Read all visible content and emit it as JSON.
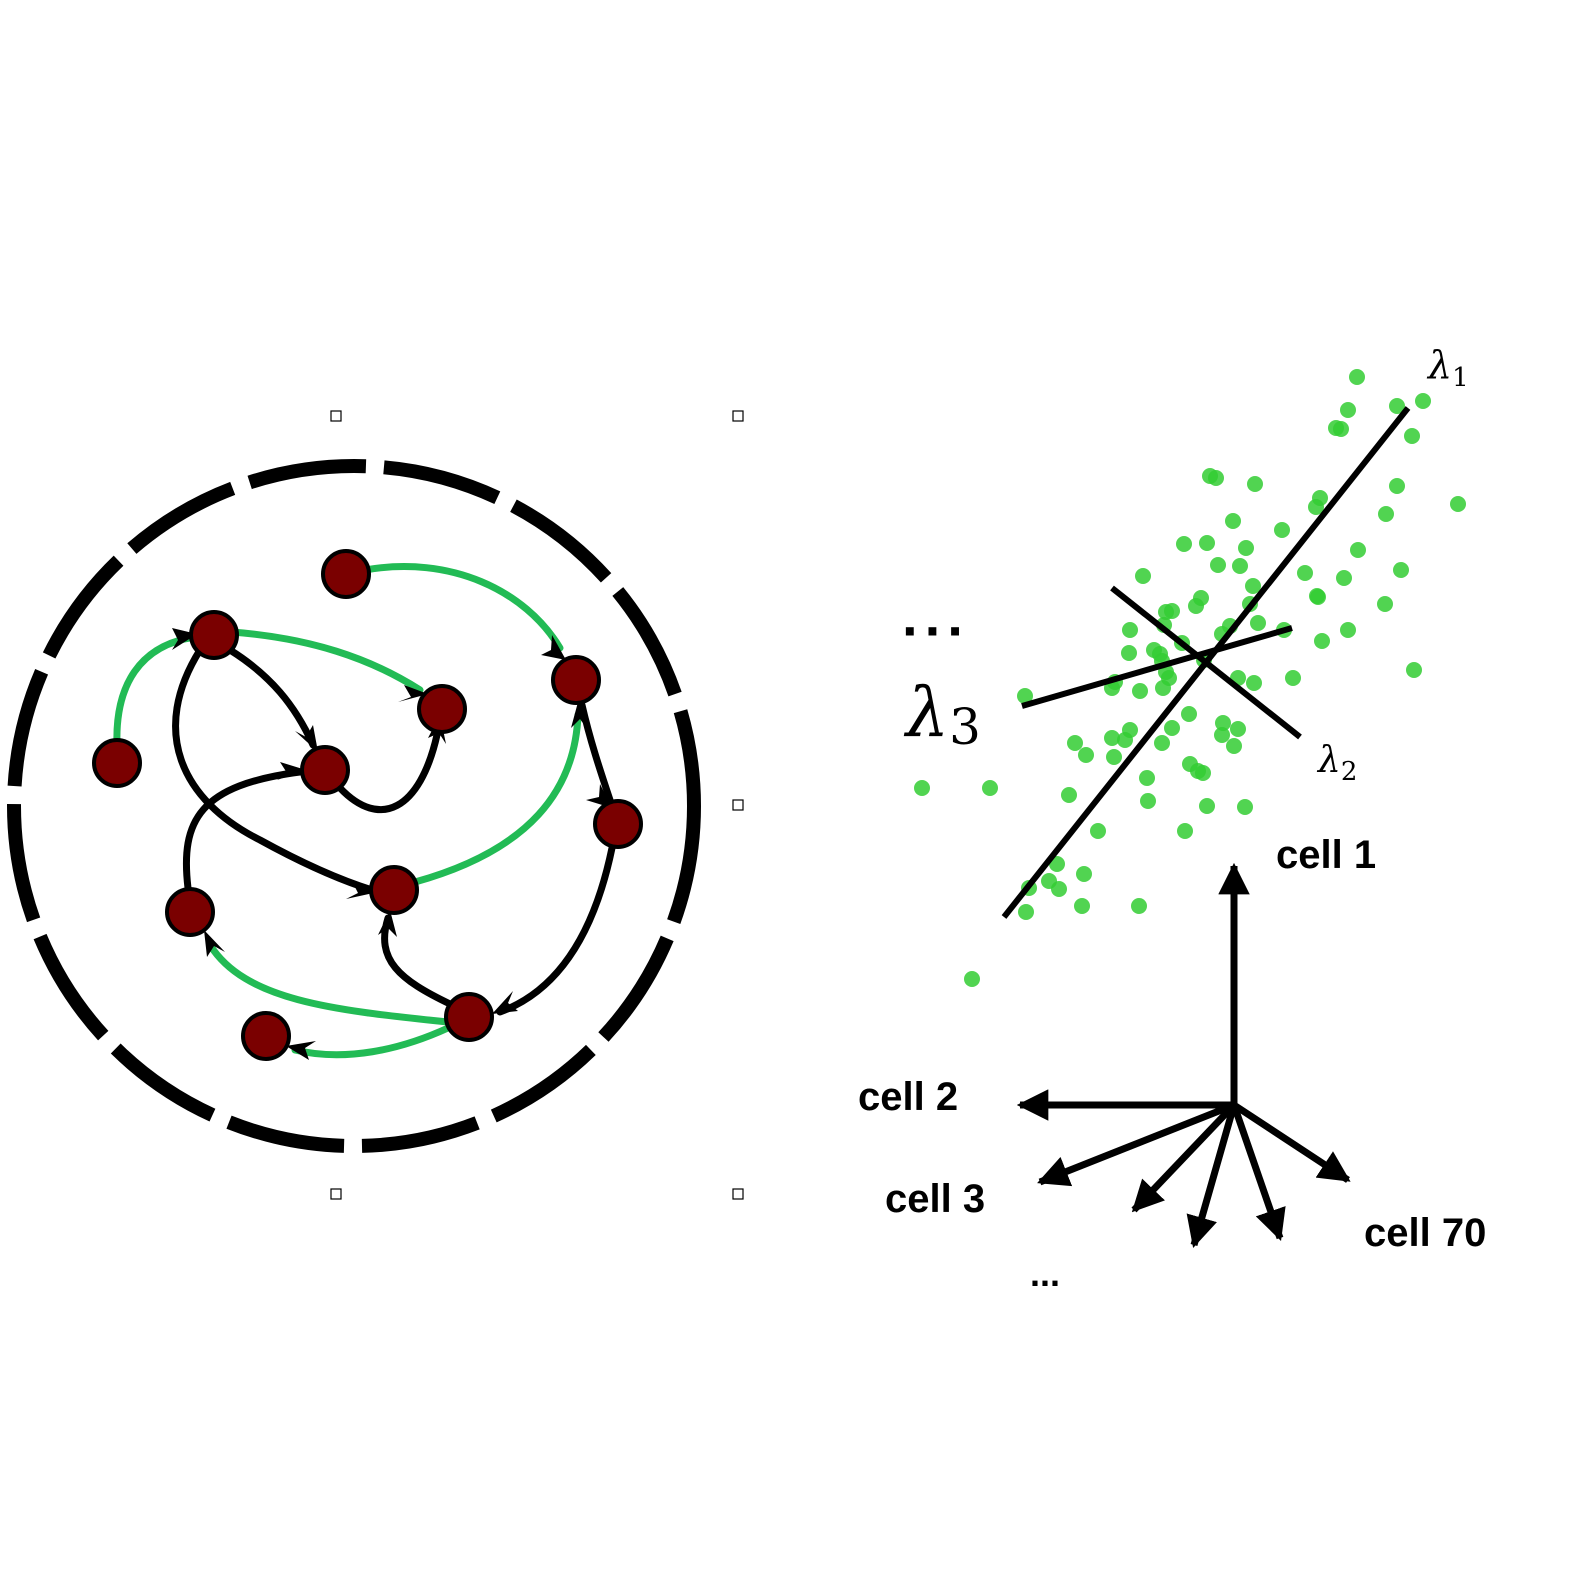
{
  "colors": {
    "node_fill": "#7a0000",
    "green_link": "#22bb55",
    "scatter_point": "#33cc33",
    "ink": "#000000"
  },
  "network": {
    "nodes": [
      "n1",
      "n2",
      "n3",
      "n4",
      "n5",
      "n6",
      "n7",
      "n8",
      "n9",
      "n10",
      "n11"
    ]
  },
  "pca": {
    "lambda1": {
      "symbol": "λ",
      "sub": "1"
    },
    "lambda2": {
      "symbol": "λ",
      "sub": "2"
    },
    "lambda3": {
      "symbol": "λ",
      "sub": "3"
    },
    "ellipsis_top": "···"
  },
  "axes": {
    "cell1": "cell 1",
    "cell2": "cell 2",
    "cell3": "cell 3",
    "cell70": "cell 70",
    "ellipsis": "..."
  }
}
